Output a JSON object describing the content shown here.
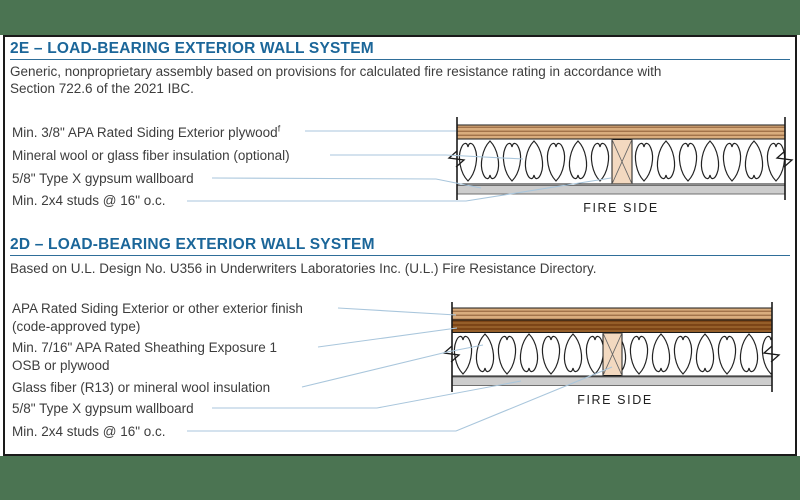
{
  "palette": {
    "band_green": "#4b7452",
    "heading_blue": "#1b6699",
    "rule_blue": "#2f6e99",
    "leader_line_blue": "#a9c6dc",
    "siding_tan": "#d9ad7e",
    "siding_stripe_brown": "#8a5a33",
    "osb_dark_brown": "#7c4517",
    "osb_stripe_brown": "#a66f35",
    "stud_tan": "#f3d9c0",
    "gypsum_gray": "#cdcdcd",
    "body_text": "#3d3d3d"
  },
  "sections": [
    {
      "id": "2E",
      "heading": "2E – LOAD-BEARING EXTERIOR WALL SYSTEM",
      "description_lines": [
        "Generic, nonproprietary assembly based on provisions for calculated fire resistance rating in accordance with",
        "Section 722.6 of the 2021 IBC."
      ],
      "labels": [
        {
          "text": "Min. 3/8\" APA Rated Siding Exterior plywood",
          "sup": "f"
        },
        {
          "text": "Mineral wool or glass fiber insulation (optional)"
        },
        {
          "text": "5/8\" Type X gypsum wallboard"
        },
        {
          "text": "Min. 2x4 studs @ 16\" o.c."
        }
      ],
      "fire_side_label": "FIRE SIDE"
    },
    {
      "id": "2D",
      "heading": "2D – LOAD-BEARING EXTERIOR WALL SYSTEM",
      "description_lines": [
        "Based on U.L. Design No. U356 in Underwriters Laboratories Inc. (U.L.) Fire Resistance Directory."
      ],
      "labels": [
        {
          "text": "APA Rated Siding Exterior or other exterior finish",
          "text2": "(code-approved type)"
        },
        {
          "text": "Min. 7/16\" APA Rated Sheathing Exposure 1",
          "text2": "OSB or plywood"
        },
        {
          "text": "Glass fiber (R13) or mineral wool insulation"
        },
        {
          "text": "5/8\" Type X gypsum wallboard"
        },
        {
          "text": "Min. 2x4 studs @ 16\" o.c."
        }
      ],
      "fire_side_label": "FIRE SIDE"
    }
  ]
}
